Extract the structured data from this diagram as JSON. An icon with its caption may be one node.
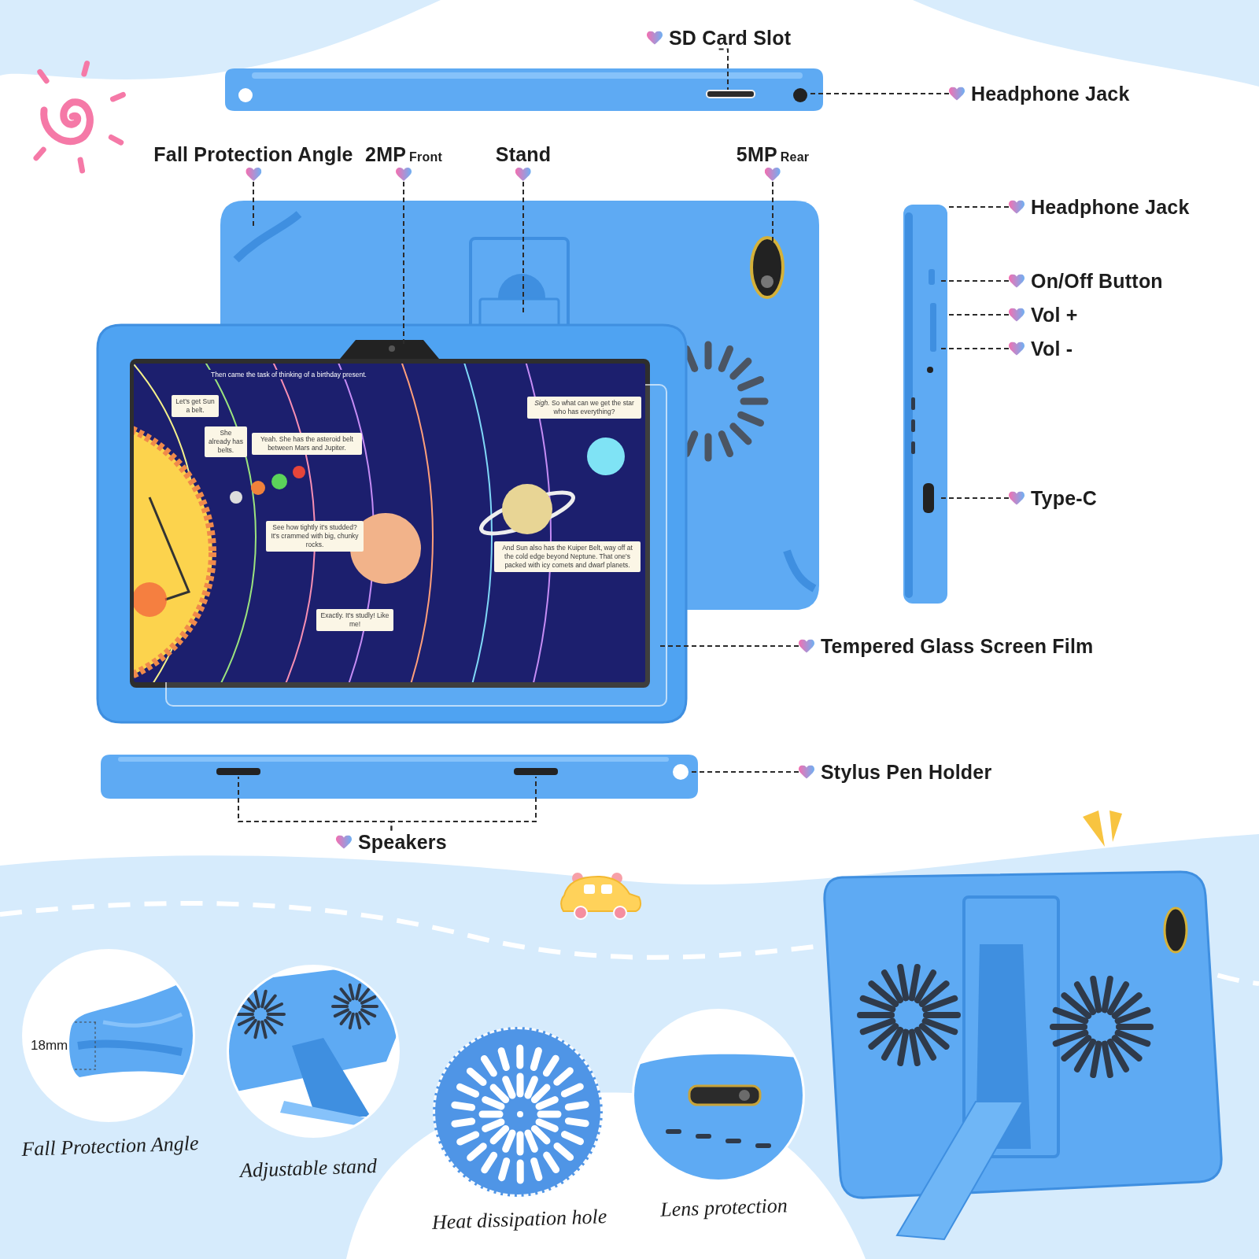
{
  "diagram": {
    "nodes": [
      {
        "text": [
          "SD Card Slot"
        ]
      },
      {
        "text": [
          "Headphone Jack"
        ]
      },
      {
        "text": [
          "Fall Protection Angle"
        ]
      },
      {
        "text": [
          "2MP",
          "Front"
        ]
      },
      {
        "text": [
          "Stand"
        ]
      },
      {
        "text": [
          "5MP",
          "Rear"
        ]
      },
      {
        "text": [
          "Headphone Jack"
        ]
      },
      {
        "text": [
          "On/Off Button"
        ]
      },
      {
        "text": [
          "Vol +"
        ]
      },
      {
        "text": [
          "Vol -"
        ]
      },
      {
        "text": [
          "Type-C"
        ]
      },
      {
        "text": [
          "Tempered Glass Screen Film"
        ]
      },
      {
        "text": [
          "Stylus Pen Holder"
        ]
      },
      {
        "text": [
          "Speakers"
        ]
      },
      {
        "text": [],
        "shape": "picture",
        "beside": [
          "Fall Protection Angle"
        ]
      },
      {
        "text": [],
        "shape": "picture",
        "beside": [
          "Adjustable stand"
        ]
      },
      {
        "text": [],
        "shape": "picture",
        "beside": [
          "Heat dissipation hole"
        ]
      },
      {
        "text": [],
        "shape": "picture",
        "beside": [
          "Lens protection"
        ]
      }
    ],
    "edges": [
      {
        "from": 0,
        "to": null,
        "arrow": "none"
      },
      {
        "from": 1,
        "to": null,
        "arrow": "none"
      },
      {
        "from": 2,
        "to": null,
        "arrow": "none"
      },
      {
        "from": 3,
        "to": null,
        "arrow": "none"
      },
      {
        "from": 4,
        "to": null,
        "arrow": "none"
      },
      {
        "from": 5,
        "to": null,
        "arrow": "none"
      },
      {
        "from": 6,
        "to": null,
        "arrow": "none"
      },
      {
        "from": 7,
        "to": null,
        "arrow": "none"
      },
      {
        "from": 8,
        "to": null,
        "arrow": "none"
      },
      {
        "from": 9,
        "to": null,
        "arrow": "none"
      },
      {
        "from": 10,
        "to": null,
        "arrow": "none"
      },
      {
        "from": 11,
        "to": null,
        "arrow": "none"
      },
      {
        "from": 12,
        "to": null,
        "arrow": "none"
      },
      {
        "from": 13,
        "to": null,
        "arrow": "none"
      },
      {
        "from": 13,
        "to": null,
        "arrow": "none"
      }
    ],
    "labels": [
      "18mm",
      "Then came the task of thinking of a birthday present.",
      "Let's get Sun a belt.",
      "She already has belts.",
      "Yeah. She has the asteroid belt between Mars and Jupiter.",
      "See how tightly it's studded? It's crammed with big, chunky rocks.",
      "Exactly. It's studly! Like me!",
      "*Sigh.* So what can we get the star who has everything?",
      "And Sun also has the Kuiper Belt, way off at the cold edge beyond Neptune. That one's packed with icy comets and dwarf planets."
    ]
  }
}
